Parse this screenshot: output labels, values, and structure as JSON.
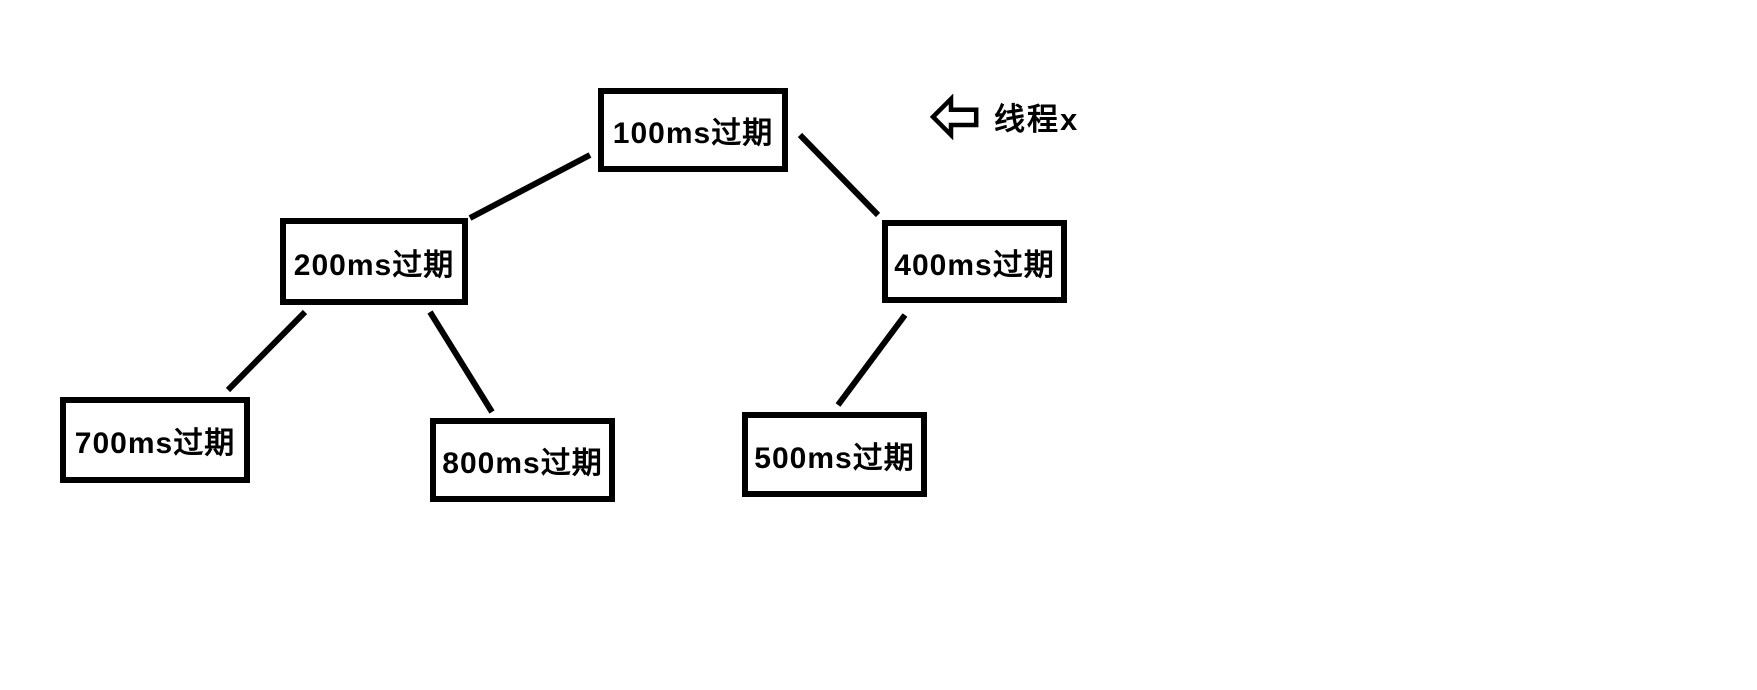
{
  "colors": {
    "background": "#ffffff",
    "stroke": "#000000",
    "text": "#000000"
  },
  "diagram": {
    "type": "tree",
    "nodes": [
      {
        "label": "100ms过期"
      },
      {
        "label": "200ms过期"
      },
      {
        "label": "400ms过期"
      },
      {
        "label": "700ms过期"
      },
      {
        "label": "800ms过期"
      },
      {
        "label": "500ms过期"
      }
    ],
    "edges": [
      {
        "from": "100ms过期",
        "to": "200ms过期"
      },
      {
        "from": "100ms过期",
        "to": "400ms过期"
      },
      {
        "from": "200ms过期",
        "to": "700ms过期"
      },
      {
        "from": "200ms过期",
        "to": "800ms过期"
      },
      {
        "from": "400ms过期",
        "to": "500ms过期"
      }
    ],
    "annotation": {
      "icon": "left-arrow-icon",
      "label": "线程x"
    }
  }
}
